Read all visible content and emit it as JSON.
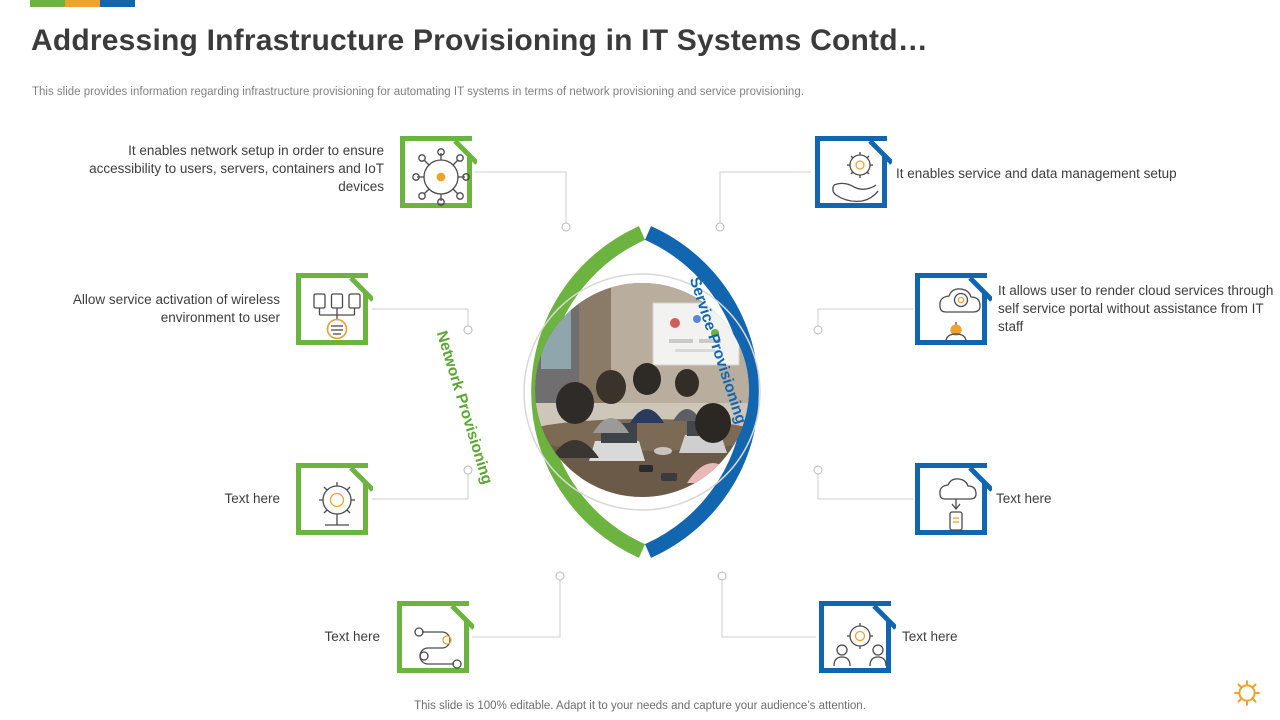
{
  "slide": {
    "title": "Addressing Infrastructure Provisioning in IT Systems Contd…",
    "subtitle": "This slide provides information regarding infrastructure provisioning for automating IT systems in terms of network provisioning and service provisioning.",
    "footer": "This slide is 100% editable. Adapt it to your needs and capture your audience’s attention."
  },
  "colors": {
    "green": "#6cb33f",
    "blue": "#1266b0",
    "orange": "#f0a22e",
    "title_gray": "#3b3b3b",
    "body_gray": "#3d3d3d",
    "subtitle_gray": "#808080"
  },
  "hub": {
    "left_arc_label": "Network Provisioning",
    "right_arc_label": "Service Provisioning",
    "center_image": "meeting-room-photo"
  },
  "left_items": [
    {
      "id": "left-1",
      "text": "It enables network setup in order to ensure accessibility to users, servers, containers and IoT devices",
      "icon": "network-nodes-icon"
    },
    {
      "id": "left-2",
      "text": "Allow service activation of wireless environment to user",
      "icon": "wireless-devices-icon"
    },
    {
      "id": "left-3",
      "text": "Text here",
      "icon": "gear-monitor-icon"
    },
    {
      "id": "left-4",
      "text": "Text here",
      "icon": "workflow-nodes-icon"
    }
  ],
  "right_items": [
    {
      "id": "right-1",
      "text": "It enables service and data management setup",
      "icon": "hand-gear-icon"
    },
    {
      "id": "right-2",
      "text": "It allows user to render cloud services through self service portal without assistance from IT staff",
      "icon": "cloud-gear-user-icon"
    },
    {
      "id": "right-3",
      "text": "Text here",
      "icon": "cloud-device-icon"
    },
    {
      "id": "right-4",
      "text": "Text here",
      "icon": "team-gear-icon"
    }
  ]
}
